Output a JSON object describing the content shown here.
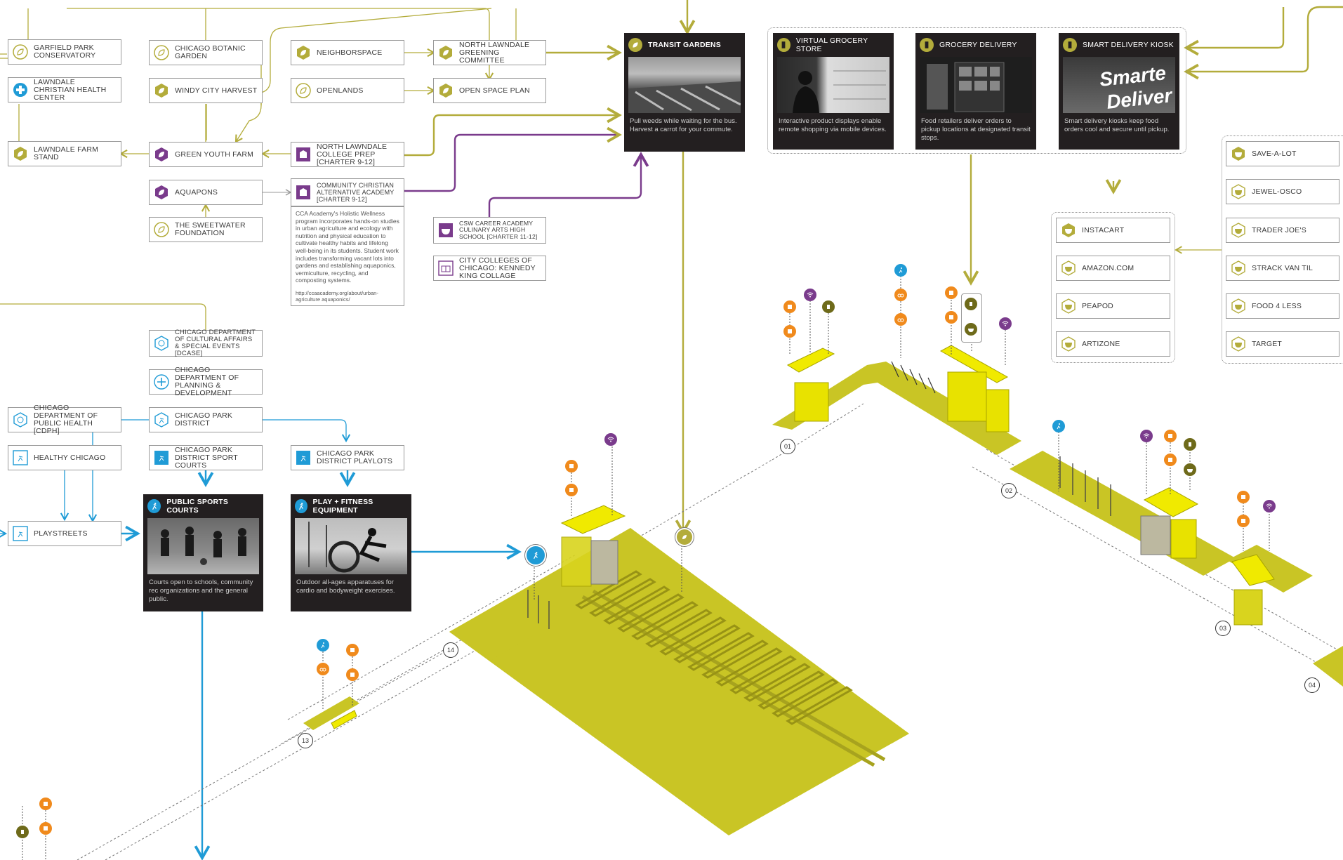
{
  "colors": {
    "olive": "#b3ac3b",
    "purple": "#7a3b8c",
    "blue": "#1f9bd6",
    "yellow": "#e6e200",
    "orange": "#f08a1c",
    "dark": "#231f20"
  },
  "nodes": {
    "garfield": "GARFIELD PARK CONSERVATORY",
    "lawndale_christian": "LAWNDALE CHRISTIAN HEALTH CENTER",
    "lawndale_farm_stand": "LAWNDALE FARM STAND",
    "botanic": "CHICAGO BOTANIC GARDEN",
    "windy": "WINDY CITY HARVEST",
    "green_youth": "GREEN YOUTH FARM",
    "aquapons": "AQUAPONS",
    "sweetwater": "THE SWEETWATER FOUNDATION",
    "neighborspace": "NEIGHBORSPACE",
    "openlands": "OPENLANDS",
    "nl_college_prep": "NORTH LAWNDALE COLLEGE PREP [CHARTER 9-12]",
    "community_christian": "COMMUNITY CHRISTIAN ALTERNATIVE ACADEMY [CHARTER 9-12]",
    "nl_greening": "NORTH LAWNDALE GREENING COMMITTEE",
    "open_space": "OPEN SPACE PLAN",
    "csw": "CSW CAREER ACADEMY CULINARY ARTS HIGH SCHOOL [CHARTER 11-12]",
    "city_colleges": "CITY COLLEGES OF CHICAGO: KENNEDY KING COLLAGE",
    "dcase": "CHICAGO DEPARTMENT OF CULTURAL AFFAIRS & SPECIAL EVENTS [DCASE]",
    "planning": "CHICAGO DEPARTMENT OF PLANNING & DEVELOPMENT",
    "cdph": "CHICAGO DEPARTMENT OF PUBLIC HEALTH [CDPH]",
    "park_district": "CHICAGO PARK DISTRICT",
    "healthy_chicago": "HEALTHY CHICAGO",
    "sport_courts": "CHICAGO PARK DISTRICT SPORT COURTS",
    "playlots": "CHICAGO PARK DISTRICT PLAYLOTS",
    "playstreets": "PLAYSTREETS",
    "instacart": "INSTACART",
    "amazon": "AMAZON.COM",
    "peapod": "PEAPOD",
    "artizone": "ARTIZONE",
    "save_a_lot": "SAVE-A-LOT",
    "jewel": "JEWEL-OSCO",
    "trader": "TRADER JOE'S",
    "strack": "STRACK VAN TIL",
    "food4less": "FOOD 4 LESS",
    "target": "TARGET"
  },
  "cca_note": {
    "body": "CCA Academy's Holistic Wellness program incorporates hands-on studies in urban agriculture and ecology with nutrition and physical education to cultivate healthy habits and lifelong well-being in its students. Student work includes transforming vacant lots into gardens and establishing aquaponics, vermiculture, recycling, and composting systems.",
    "link": "http://ccaacademy.org/about/urban-agriculture aquaponics/"
  },
  "cards": {
    "transit_gardens": {
      "title": "TRANSIT GARDENS",
      "caption": "Pull weeds while waiting for the bus. Harvest a carrot for your commute."
    },
    "virtual_grocery": {
      "title": "VIRTUAL GROCERY STORE",
      "caption": "Interactive product displays enable remote shopping via mobile devices."
    },
    "grocery_delivery": {
      "title": "GROCERY DELIVERY",
      "caption": "Food retailers deliver orders to pickup locations at designated transit stops."
    },
    "smart_kiosk": {
      "title": "SMART DELIVERY KIOSK",
      "caption": "Smart delivery kiosks keep food orders cool and secure until pickup.",
      "photo_text_1": "Smarte",
      "photo_text_2": "Deliver"
    },
    "sports_courts": {
      "title": "PUBLIC SPORTS COURTS",
      "caption": "Courts open to schools, community rec organizations and the general public."
    },
    "fitness": {
      "title": "PLAY + FITNESS EQUIPMENT",
      "caption": "Outdoor all-ages apparatuses for cardio and bodyweight exercises."
    }
  },
  "stop_numbers": [
    "01",
    "02",
    "03",
    "04",
    "13",
    "14"
  ],
  "icons": {
    "leaf": "leaf-icon",
    "health": "health-cross-icon",
    "school": "school-icon",
    "runner": "runner-icon",
    "bowl": "bowl-icon",
    "bus": "bus-icon",
    "wifi": "wifi-icon",
    "bike": "bike-icon"
  }
}
